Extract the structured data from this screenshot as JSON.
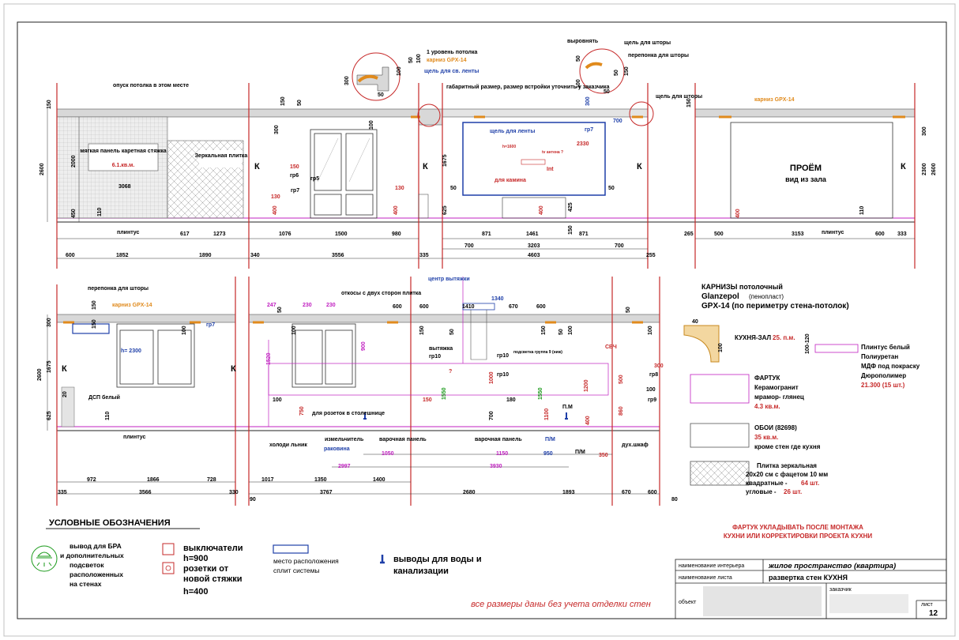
{
  "elevation1": {
    "top_notes": {
      "ceiling_drop": "опуск потолка в этом месте",
      "ceiling_level": "1 уровень потолка",
      "gpx_1": "карниз GPX-14",
      "light_gap": "щель для св. ленты",
      "overall_size": "габаритный размер, размер встройки уточнить у заказчика",
      "align": "выровнять",
      "curtain_gap": "щель для шторы",
      "curtain_partition": "перепонка для шторы",
      "curtain_gap_2": "щель для шторы",
      "gpx_2": "карниз GPX-14"
    },
    "labels": {
      "soft_panel": "мягкая панель каретная стяжка",
      "soft_panel_area": "6.1.кв.м.",
      "mirror_tile": "Зеркальная плитка",
      "k1": "К",
      "k2": "К",
      "k3": "К",
      "k4": "К",
      "tape_gap": "щель для ленты",
      "gr7_a": "гр7",
      "h1600": "h=1600",
      "tv_antenna": "tv антена ?",
      "int": "Int",
      "fireplace": "для камина",
      "opening": "ПРОЁМ",
      "opening_sub": "вид из зала",
      "plinth_1": "плинтус",
      "plinth_2": "плинтус",
      "gr6": "гр6",
      "gr5": "гр5",
      "gr7_b": "гр7"
    },
    "dims": {
      "d150a": "150",
      "d2600a": "2600",
      "d2000": "2000",
      "d3068": "3068",
      "d450": "450",
      "d110a": "110",
      "d617": "617",
      "d1273": "1273",
      "b600": "600",
      "b1852": "1852",
      "b1890": "1890",
      "b340": "340",
      "b3556": "3556",
      "b335": "335",
      "d150b": "150",
      "d50a": "50",
      "d300a": "300",
      "d100a": "100",
      "d150c": "150",
      "d130a": "130",
      "d400a": "400",
      "d1076": "1076",
      "d1500": "1500",
      "d980": "980",
      "d130b": "130",
      "d400b": "400",
      "d300b": "300",
      "d700a": "700",
      "d1675": "1675",
      "d625": "625",
      "d50b": "50",
      "d50c": "50",
      "d2330": "2330",
      "d400c": "400",
      "d425": "425",
      "d150d": "150",
      "d871a": "871",
      "d1461": "1461",
      "d871b": "871",
      "d700b": "700",
      "d3203": "3203",
      "d700c": "700",
      "b4603": "4603",
      "b255": "255",
      "d150e": "150",
      "d300c": "300",
      "d2300": "2300",
      "d2600b": "2600",
      "d400d": "400",
      "d110b": "110",
      "d265": "265",
      "d500": "500",
      "d3153": "3153",
      "d600": "600",
      "d333": "333",
      "c300": "300",
      "c100a": "100",
      "c50a": "50",
      "c50b": "50",
      "c100b": "100",
      "c50c": "50",
      "c50d": "50",
      "c100c": "100",
      "c150": "150",
      "c50e": "50"
    }
  },
  "elevation2": {
    "labels": {
      "curtain_part": "перепонка для шторы",
      "gpx": "карниз GPX-14",
      "h2300": "h= 2300",
      "gr7": "гр7",
      "k1": "К",
      "k2": "К",
      "dsp": "ДСП белый",
      "plinth": "плинтус",
      "slopes": "откосы с двух сторон плитка",
      "center_hood": "центр вытяжки",
      "hood": "вытяжка",
      "gr10a": "гр10",
      "gr10b": "гр10",
      "gr10c": "гр10",
      "hob_group": "подсветка группа 9 (ниж)",
      "q": "?",
      "mw": "СВЧ",
      "gr8": "гр8",
      "gr9": "гр9",
      "counter_sockets": "для розеток в столешнице",
      "fridge": "холоди льник",
      "chopper": "измельчитель",
      "sink": "раковина",
      "cook_panel1": "варочная панель",
      "cook_panel2": "варочная панель",
      "pm1": "П.М",
      "pm2": "П/М",
      "pm3": "П/М",
      "oven": "дух.шкаф"
    },
    "dims": {
      "d300": "300",
      "d150": "150",
      "d100a": "100",
      "d2600": "2600",
      "d1675": "1675",
      "d625": "625",
      "d20": "20",
      "d110": "110",
      "d972": "972",
      "d1866": "1866",
      "d728": "728",
      "b335": "335",
      "b3566": "3566",
      "b330": "330",
      "b90": "90",
      "d247": "247",
      "d230a": "230",
      "d230b": "230",
      "d600a": "600",
      "d600b": "600",
      "d600c": "600",
      "d1410": "1410",
      "d1340": "1340",
      "d670": "670",
      "d1520": "1520",
      "d900": "900",
      "d100b": "100",
      "d750": "750",
      "d150b": "150",
      "d1550a": "1550",
      "d1000": "1000",
      "d700": "700",
      "d180": "180",
      "d1550b": "1550",
      "d1100": "1100",
      "d1200": "1200",
      "d500": "500",
      "d860": "860",
      "d400": "400",
      "d350": "350",
      "d300b": "300",
      "d100c": "100",
      "d1050": "1050",
      "d1150": "1150",
      "d950": "950",
      "d2997": "2997",
      "d3930": "3930",
      "d1017": "1017",
      "d1350": "1350",
      "d1400": "1400",
      "b3767": "3767",
      "b2680": "2680",
      "b1893": "1893",
      "b670": "670",
      "b600": "600",
      "b80": "80",
      "v150a": "150",
      "v50a": "50",
      "v100a": "100",
      "v150b": "150",
      "v50b": "50",
      "v150c": "150",
      "v50c": "50",
      "v100b": "100",
      "v50d": "50",
      "v100c": "100"
    }
  },
  "materials": {
    "cornice_title1": "КАРНИЗЫ потолочный",
    "cornice_title2": "Glanzepol",
    "cornice_title2b": "(пенопласт)",
    "cornice_title3": "GPX-14  (по периметру стена-потолок)",
    "profile_w": "40",
    "profile_h": "100",
    "kitchen_hall": "КУХНЯ-ЗАЛ",
    "kitchen_hall_len": "25. п.м.",
    "plinth_range": "100-120",
    "plinth_white": "Плинтус белый",
    "plinth_pu": "Полиуретан",
    "plinth_mdf": "МДФ под покраску",
    "plinth_duro": "Дюрополимер",
    "plinth_qty": "21.300 (15 шт.)",
    "apron": "ФАРТУК",
    "apron_mat": "Керамогранит",
    "apron_mat2": "мрамор- глянец",
    "apron_area": "4.3 кв.м.",
    "wallpaper": "ОБОИ (82698)",
    "wallpaper_area": "35 кв.м.",
    "wallpaper_note": "кроме стен где кухня",
    "mirror": "Плитка зеркальная",
    "mirror_size": "20x20 см с фацетом 10 мм",
    "mirror_sq": "квадратные -",
    "mirror_sq_qty": "64 шт.",
    "mirror_corner": "угловые -",
    "mirror_corner_qty": "26 шт."
  },
  "note_red": {
    "line1": "ФАРТУК УКЛАДЫВАТЬ ПОСЛЕ МОНТАЖА",
    "line2": "КУХНИ ИЛИ КОРРЕКТИРОВКИ ПРОЕКТА  КУХНИ"
  },
  "legend": {
    "title": "УСЛОВНЫЕ ОБОЗНАЧЕНИЯ",
    "bra_1": "вывод для БРА",
    "bra_2": "и дополнительных",
    "bra_3": "подсветок",
    "bra_4": "расположенных",
    "bra_5": "на стенах",
    "switch_1": "выключатели",
    "switch_2": "h=900",
    "socket_1": "розетки от",
    "socket_2": "новой стяжки",
    "socket_3": "h=400",
    "split_1": "место расположения",
    "split_2": "сплит системы",
    "water_1": "выводы для воды и",
    "water_2": "канализации",
    "all_dims": "все размеры даны без учета  отделки стен"
  },
  "title_block": {
    "interior_label": "наименование интерьера",
    "interior_value": "жилое пространство (квартира)",
    "sheet_label": "наименование листа",
    "sheet_value": "развертка стен КУХНЯ",
    "object_label": "объект",
    "customer_label": "заказчик",
    "list_label": "лист",
    "list_value": "12"
  },
  "colors": {
    "red": "#c62828",
    "blue": "#1e3fa8",
    "orange": "#e08a1c",
    "magenta": "#c020c0",
    "green": "#1a9a1a"
  }
}
